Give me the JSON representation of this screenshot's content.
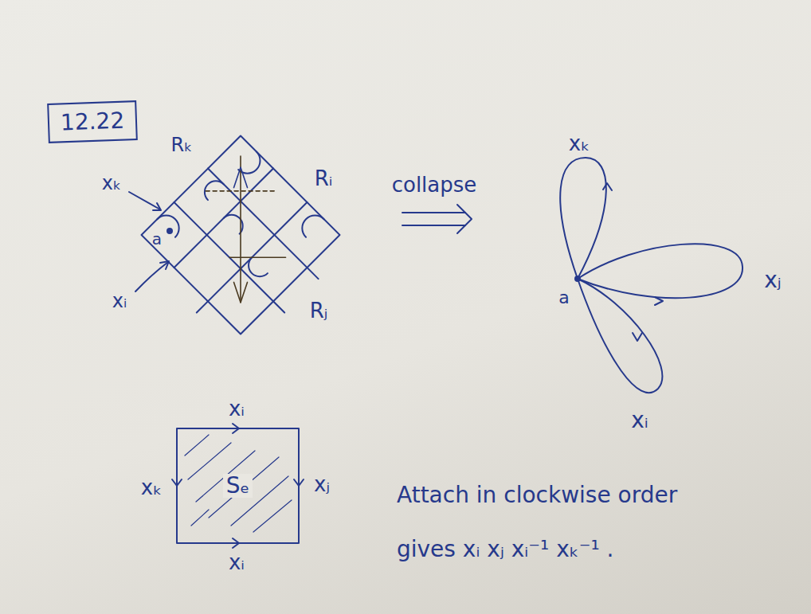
{
  "diagram": {
    "nodes": [
      {
        "text": [
          "12.22"
        ]
      },
      {
        "text": [
          "Sₑ"
        ]
      }
    ],
    "labels": [
      "Rₖ",
      "Rᵢ",
      "xₖ",
      "a",
      "xᵢ",
      "Rⱼ",
      "collapse",
      "xₖ",
      "a",
      "xⱼ",
      "xᵢ",
      "xᵢ",
      "xₖ",
      "xⱼ",
      "xᵢ",
      "Attach in clockwise order gives xᵢ xⱼ xᵢ⁻¹ xₖ⁻¹ ."
    ]
  }
}
